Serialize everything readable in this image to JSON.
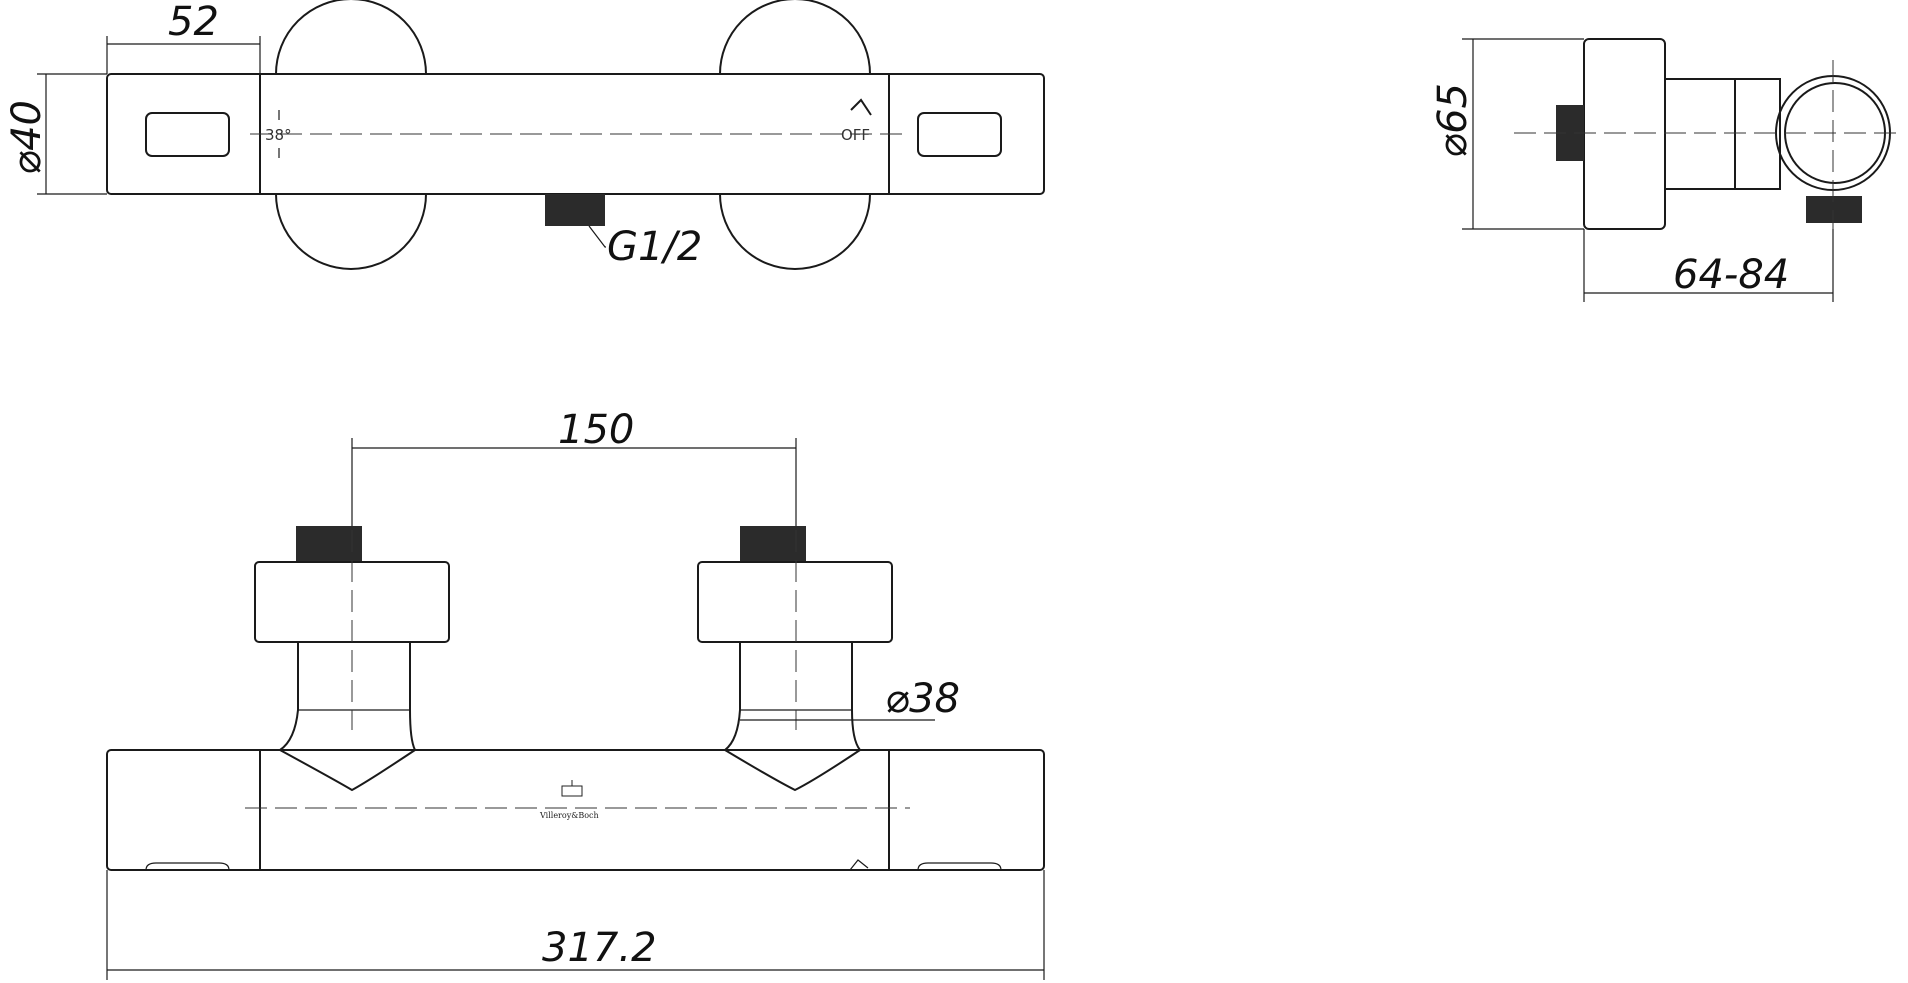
{
  "dimensions": {
    "top_width": "52",
    "diameter_body": "⌀40",
    "thread_spec": "G1/2",
    "diameter_side": "⌀65",
    "side_range": "64-84",
    "center_distance": "150",
    "diameter_inlet": "⌀38",
    "total_length": "317.2"
  },
  "markings": {
    "temperature": "38°",
    "off_label": "OFF",
    "brand": "Villeroy&Boch"
  },
  "icons": {
    "flow": "valve-handle-icon",
    "brand_logo": "castle-logo-icon"
  }
}
